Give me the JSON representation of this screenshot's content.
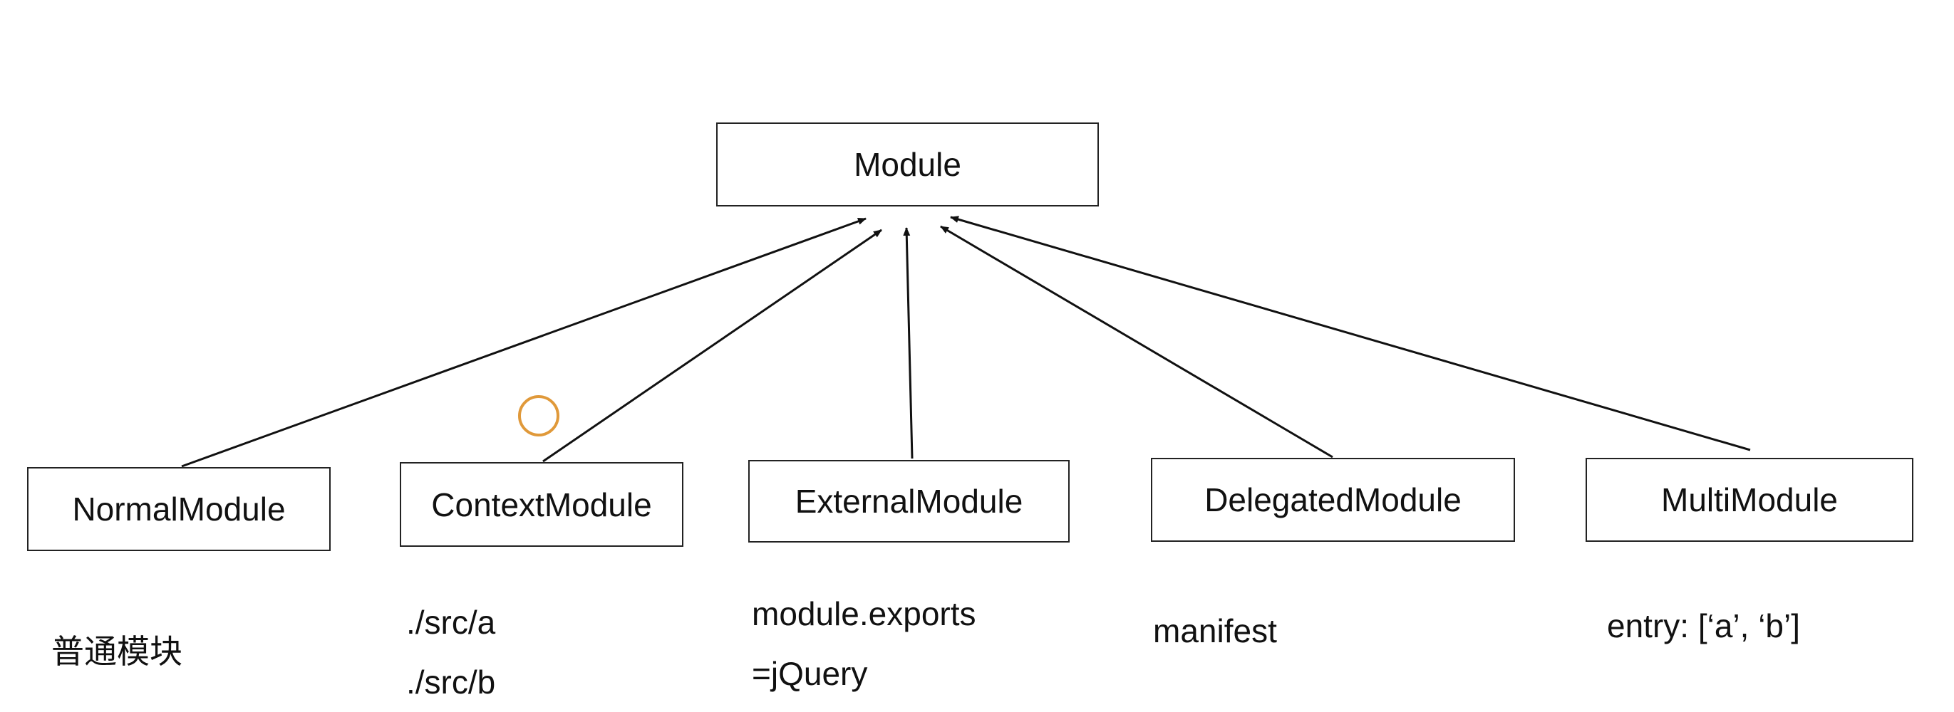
{
  "root": {
    "label": "Module"
  },
  "modules": [
    {
      "id": "normal",
      "label": "NormalModule",
      "notes": [
        "普通模块"
      ]
    },
    {
      "id": "context",
      "label": "ContextModule",
      "notes": [
        "./src/a",
        "./src/b"
      ]
    },
    {
      "id": "external",
      "label": "ExternalModule",
      "notes": [
        "module.exports",
        "=jQuery"
      ]
    },
    {
      "id": "delegated",
      "label": "DelegatedModule",
      "notes": [
        "manifest"
      ]
    },
    {
      "id": "multi",
      "label": "MultiModule",
      "notes": [
        "entry: [‘a’, ‘b’]"
      ]
    }
  ],
  "colors": {
    "line": "#111111",
    "border": "#222222",
    "cursor": "#e0993a"
  }
}
